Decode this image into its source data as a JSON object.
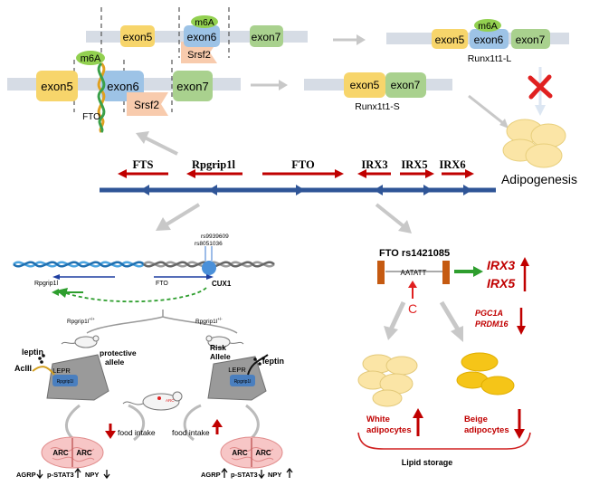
{
  "splicing": {
    "exon5": "exon5",
    "exon6": "exon6",
    "exon7": "exon7",
    "m6a": "m6A",
    "srsf2": "Srsf2",
    "fto": "FTO",
    "isoform_long": "Runx1t1-L",
    "isoform_short": "Runx1t1-S",
    "adipogenesis": "Adipogenesis"
  },
  "locus": {
    "genes": [
      "FTS",
      "Rpgrip1l",
      "FTO",
      "IRX3",
      "IRX5",
      "IRX6"
    ]
  },
  "left_panel": {
    "snp_1": "rs9939609",
    "snp_2": "rs8051036",
    "gene_rpgrip1l": "Rpgrip1l",
    "gene_fto": "FTO",
    "cux1": "CUX1",
    "genotype_wt": "Rpgrip1l",
    "genotype_wt_sup": "+/+",
    "genotype_het": "Rpgrip1l",
    "genotype_het_sup": "+/-",
    "leptin": "leptin",
    "acIII": "AcIII",
    "lepr": "LEPR",
    "rpgrip1l_small": "Rpgrip1l",
    "protective_1": "protective",
    "protective_2": "allele",
    "risk_1": "Risk",
    "risk_2": "Allele",
    "arc": "ARC",
    "mouse_arc": "ARC",
    "food_intake": "food intake",
    "agrp": "AGRP",
    "pstat3": "p-STAT3",
    "npy": "NPY"
  },
  "right_panel": {
    "snp": "FTO rs1421085",
    "motif": "AATATT",
    "allele": "C",
    "irx3": "IRX3",
    "irx5": "IRX5",
    "pgc1a": "PGC1A",
    "prdm16": "PRDM16",
    "white_1": "White",
    "white_2": "adipocytes",
    "beige_1": "Beige",
    "beige_2": "adipocytes",
    "lipid": "Lipid storage"
  },
  "colors": {
    "exon5": "#f7d56b",
    "exon6": "#9dc3e6",
    "exon7": "#a9d18e",
    "m6a": "#92d050",
    "srsf2": "#f8cbad",
    "locus_line": "#2f5597",
    "gene_arrow": "#c00000",
    "emphasis_red": "#e02020",
    "green_arrow": "#2e9e2e",
    "fat_white": "#fbe5a6",
    "fat_beige": "#f5c518",
    "grey_arrow": "#c8c8c8"
  }
}
